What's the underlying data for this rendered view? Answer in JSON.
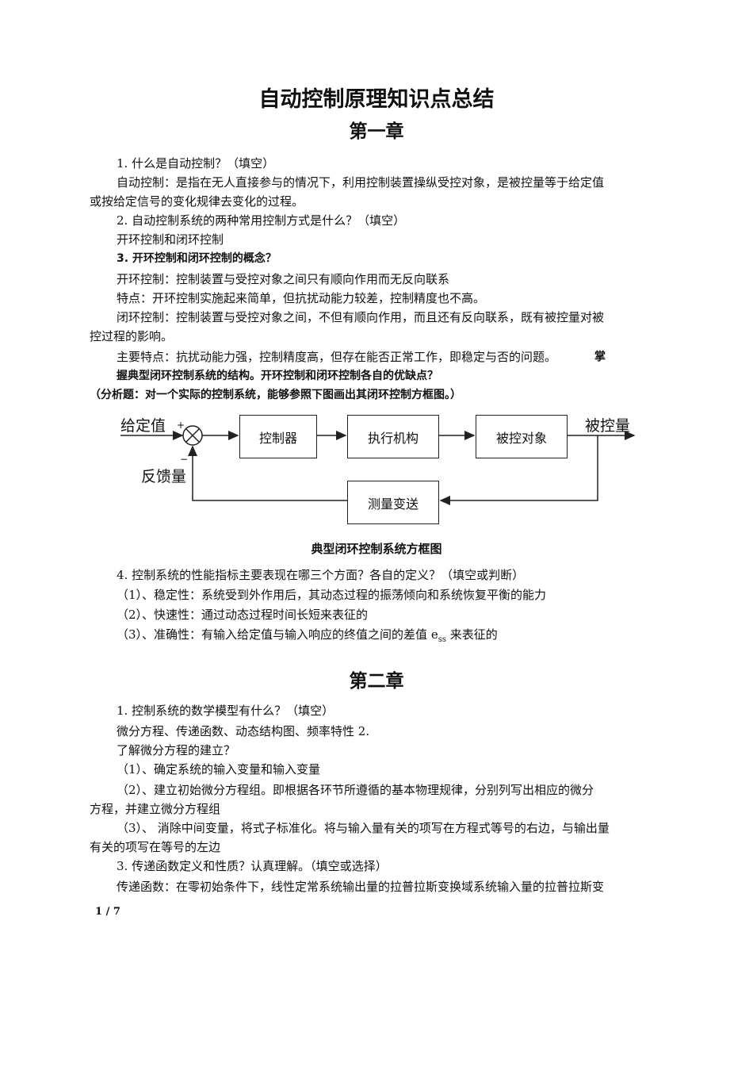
{
  "doc_title": "自动控制原理知识点总结",
  "chapter1": {
    "heading": "第一章",
    "lines": [
      "1. 什么是自动控制？（填空）",
      "自动控制：是指在无人直接参与的情况下，利用控制装置操纵受控对象，是被控量等于给定值",
      "或按给定信号的变化规律去变化的过程。",
      "2. 自动控制系统的两种常用控制方式是什么？（填空）",
      "开环控制和闭环控制",
      "3. 开环控制和闭环控制的概念？",
      "开环控制：控制装置与受控对象之间只有顺向作用而无反向联系",
      "特点：开环控制实施起来简单，但抗扰动能力较差，控制精度也不高。",
      "闭环控制：控制装置与受控对象之间，不但有顺向作用，而且还有反向联系，既有被控量对被",
      "控过程的影响。",
      "主要特点：抗扰动能力强，控制精度高，但存在能否正常工作，即稳定与否的问题。",
      "掌",
      "握典型闭环控制系统的结构。开环控制和闭环控制各自的优缺点？",
      "（分析题：对一个实际的控制系统，能够参照下图画出其闭环控制方框图。）"
    ],
    "diagram": {
      "input_label": "给定值",
      "plus_sign": "+",
      "minus_sign": "−",
      "feedback_label": "反馈量",
      "blocks": [
        "控制器",
        "执行机构",
        "被控对象",
        "测量变送"
      ],
      "output_label": "被控量",
      "caption": "典型闭环控制系统方框图"
    },
    "q4": [
      "4. 控制系统的性能指标主要表现在哪三个方面？各自的定义？（填空或判断）",
      "（1）、稳定性：系统受到外作用后，其动态过程的振荡倾向和系统恢复平衡的能力",
      "（2）、快速性：通过动态过程时间长短来表征的",
      "（3）、准确性：有输入给定值与输入响应的终值之间的差值 e",
      "ss",
      " 来表征的"
    ]
  },
  "chapter2": {
    "heading": "第二章",
    "lines": [
      "1. 控制系统的数学模型有什么？（填空）",
      "微分方程、传递函数、动态结构图、频率特性 2.",
      "了解微分方程的建立？",
      "（1）、确定系统的输入变量和输入变量",
      "（2）、建立初始微分方程组。即根据各环节所遵循的基本物理规律，分别列写出相应的微分",
      "方程，并建立微分方程组",
      "（3）、 消除中间变量，将式子标准化。将与输入量有关的项写在方程式等号的右边，与输出量",
      "有关的项写在等号的左边",
      "3. 传递函数定义和性质？认真理解。（填空或选择）",
      "传递函数：在零初始条件下，线性定常系统输出量的拉普拉斯变换域系统输入量的拉普拉斯变"
    ]
  },
  "page_number": "1 / 7"
}
